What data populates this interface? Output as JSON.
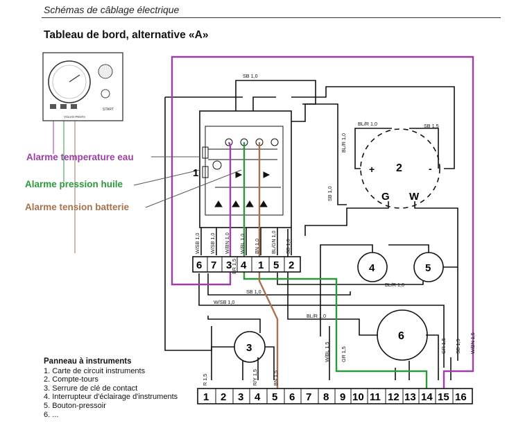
{
  "header": {
    "section": "Schémas de câblage électrique",
    "title": "Tableau de bord, alternative «A»"
  },
  "callouts": {
    "temp": {
      "text": "Alarme temperature eau",
      "color": "#9b3fa6"
    },
    "oil": {
      "text": "Alarme pression huile",
      "color": "#2a9a3a"
    },
    "battery": {
      "text": "Alarme tension batterie",
      "color": "#a7714e"
    }
  },
  "legend": {
    "title": "Panneau  à  instruments",
    "items": [
      "1. Carte de circuit instruments",
      "2. Compte-tours",
      "3. Serrure de clé de contact",
      "4. Interrupteur d'éclairage d'instruments",
      "5.  Bouton-pressoir",
      "6.  ..."
    ]
  },
  "diagram": {
    "wire_labels": {
      "sb_top": "SB 1,0",
      "blr_top": "BL/R 1,0",
      "sb_right": "SB 1,5",
      "blr_left": "BL/R 1,0",
      "sb_vert": "SB 1,0",
      "sb_mid": "SB 1,0",
      "wsb_mid": "W/SB 1,0",
      "blr_mid": "BL/R 1,0",
      "blr_lower": "BL/R 1,0",
      "wsb1": "W/SB 1,0",
      "wsb2": "W/SB 1,0",
      "wbn1": "W/BN 1,0",
      "wbl1": "W/BL 1,0",
      "bn1": "BN 1,0",
      "blgn1": "BL/GN 1,0",
      "sb_c": "SB 1,0",
      "br1": "BR 1,5",
      "ry1": "R/Y 1,5",
      "bn15": "BN 1,5",
      "r15": "R 1,5",
      "wbl15": "W/BL 1,5",
      "gr15a": "GR 1,5",
      "gr15b": "GR 1,5",
      "sb15": "SB 1,5",
      "wbn15": "W/BN 1,5"
    },
    "connector_top": [
      "6",
      "7",
      "3",
      "4",
      "1",
      "5",
      "2"
    ],
    "terminal_strip": [
      "1",
      "2",
      "3",
      "4",
      "5",
      "6",
      "7",
      "8",
      "9",
      "10",
      "11",
      "12",
      "13",
      "14",
      "15",
      "16"
    ],
    "components": {
      "tacho": "2",
      "plus": "+",
      "minus": "-",
      "g": "G",
      "w": "W",
      "key": "3",
      "lamp_switch": "4",
      "push": "5",
      "c6": "6",
      "board": "1"
    },
    "panel": {
      "start": "START",
      "brand": "VOLVO PENTA"
    }
  }
}
